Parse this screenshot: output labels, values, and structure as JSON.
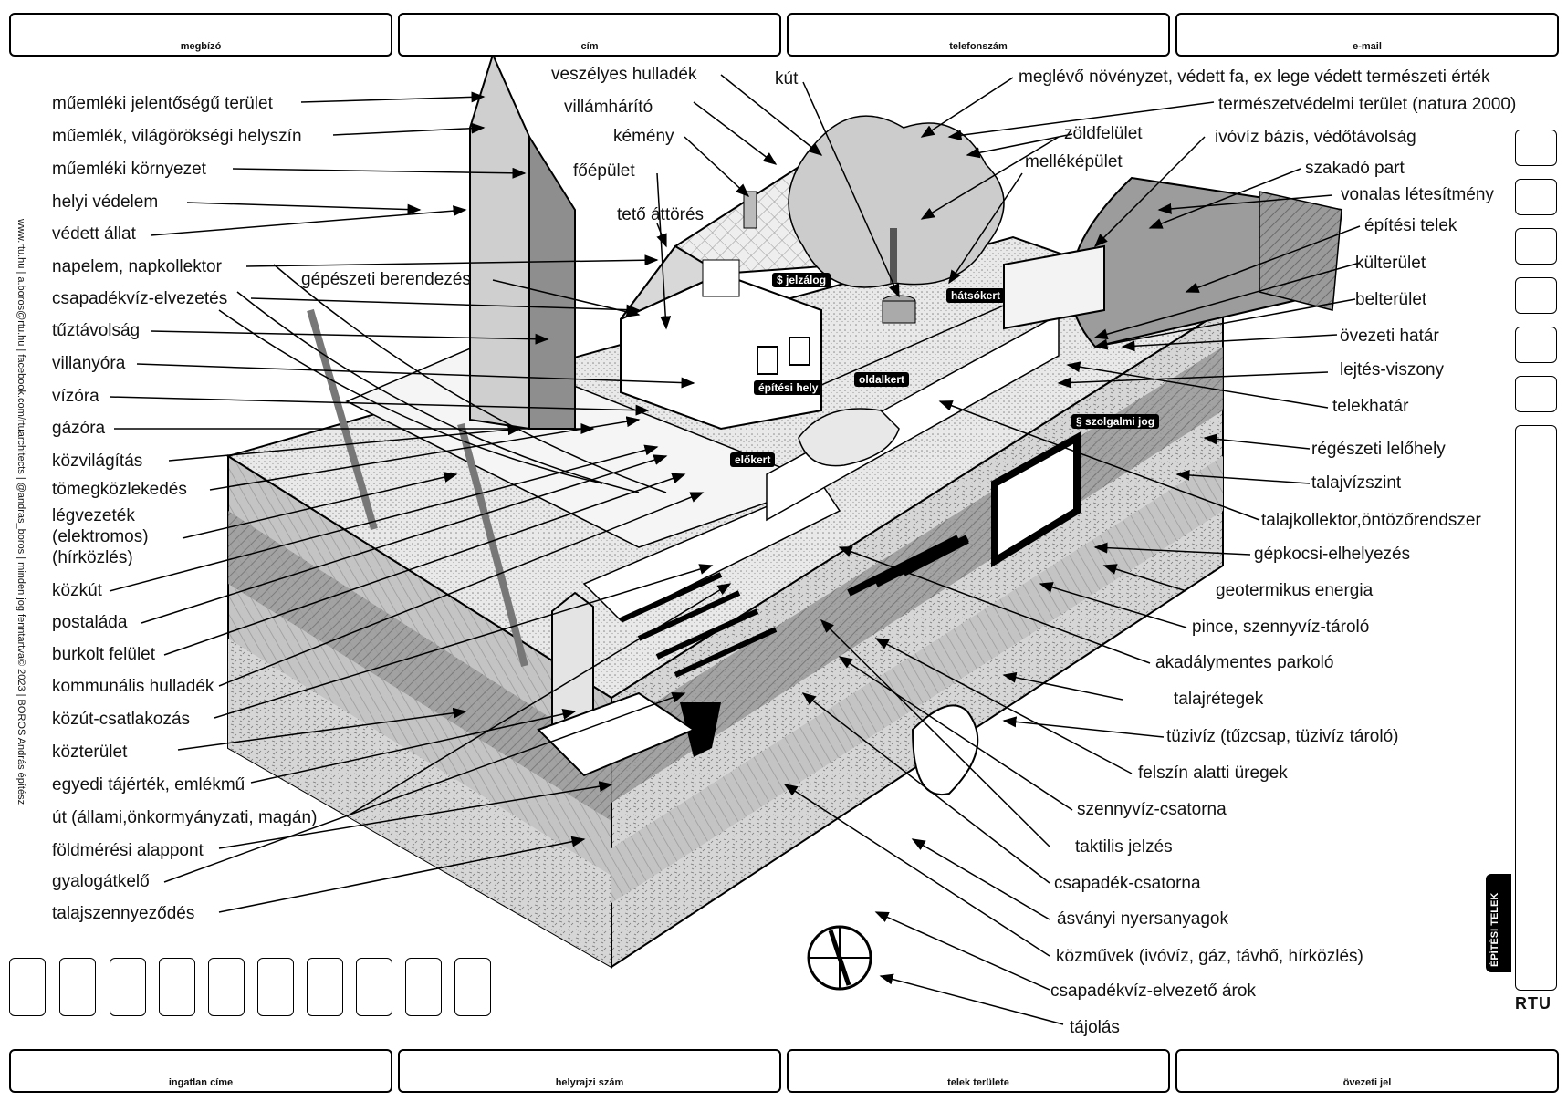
{
  "header_fields": [
    {
      "id": "client",
      "label": "megbízó"
    },
    {
      "id": "address",
      "label": "cím"
    },
    {
      "id": "phone",
      "label": "telefonszám"
    },
    {
      "id": "email",
      "label": "e-mail"
    }
  ],
  "footer_fields": [
    {
      "id": "property-address",
      "label": "ingatlan címe"
    },
    {
      "id": "parcel-number",
      "label": "helyrajzi szám"
    },
    {
      "id": "plot-area",
      "label": "telek területe"
    },
    {
      "id": "zoning-code",
      "label": "övezeti jel"
    }
  ],
  "side_credit": "www.rtu.hu | a.boros@rtu.hu | facebook.com/rtuarchitects | @andras_boros | minden jog fenntartva© 2023 | BOROS András építész",
  "left_labels": [
    "műemléki jelentőségű terület",
    "műemlék, világörökségi helyszín",
    "műemléki környezet",
    "helyi védelem",
    "védett állat",
    "napelem, napkollektor",
    "csapadékvíz-elvezetés",
    "tűztávolság",
    "villanyóra",
    "vízóra",
    "gázóra",
    "közvilágítás",
    "tömegközlekedés",
    "légvezeték",
    "(elektromos)",
    "(hírközlés)",
    "közkút",
    "postaláda",
    "burkolt felület",
    "kommunális hulladék",
    "közút-csatlakozás",
    "közterület",
    "egyedi tájérték, emlékmű",
    "út (állami,önkormyányzati, magán)",
    "földmérési alappont",
    "gyalogátkelő",
    "talajszennyeződés"
  ],
  "center_labels": [
    "veszélyes hulladék",
    "villámhárító",
    "kémény",
    "főépület",
    "tető áttörés",
    "gépészeti berendezés",
    "kút",
    "zöldfelület",
    "melléképület"
  ],
  "right_labels": [
    "meglévő növényzet, védett fa, ex lege védett természeti érték",
    "természetvédelmi terület (natura 2000)",
    "ivóvíz bázis, védőtávolság",
    "szakadó part",
    "vonalas létesítmény",
    "építési telek",
    "külterület",
    "belterület",
    "övezeti határ",
    "lejtés-viszony",
    "telekhatár",
    "régészeti lelőhely",
    "talajvízszint",
    "talajkollektor,öntözőrendszer",
    "gépkocsi-elhelyezés",
    "geotermikus energia",
    "pince, szennyvíz-tároló",
    "akadálymentes parkoló",
    "talajrétegek",
    "tüzivíz (tűzcsap, tüzivíz tároló)",
    "felszín alatti üregek",
    "szennyvíz-csatorna",
    "taktilis jelzés",
    "csapadék-csatorna",
    "ásványi nyersanyagok",
    "közművek (ivóvíz, gáz, távhő, hírközlés)",
    "csapadékvíz-elvezető árok",
    "tájolás"
  ],
  "tags": {
    "mortgage": "jelzálog",
    "backyard": "hátsókert",
    "sideyard": "oldalkert",
    "building_site": "építési hely",
    "frontyard": "előkert",
    "easement": "szolgalmi jog",
    "dollar": "$",
    "section": "§"
  },
  "side_tab": "ÉPÍTÉSI TELEK",
  "logo": "RTU"
}
